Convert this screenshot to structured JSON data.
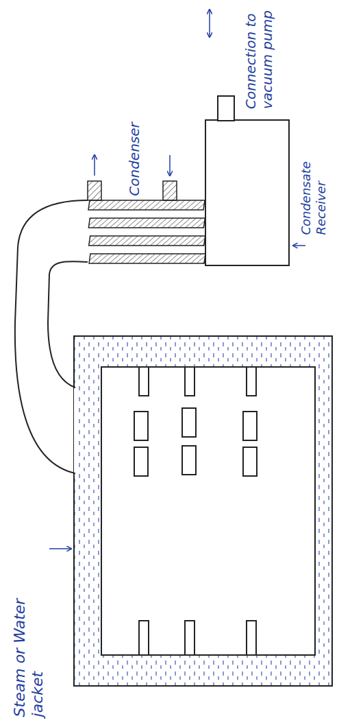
{
  "diagram": {
    "labels": [
      "Steam or Water jacket",
      "Condenser",
      "Connection to vacuum pump",
      "Condensate Receiver"
    ]
  }
}
